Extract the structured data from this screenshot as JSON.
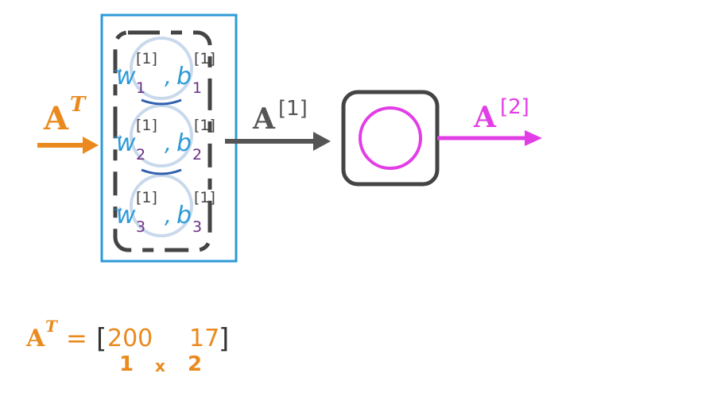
{
  "colors": {
    "orange": "#ea8a1e",
    "gray": "#555555",
    "blue": "#2d9ad8",
    "purple": "#6a2f85",
    "magenta": "#e23ee6",
    "box_blue": "#2d9ad8",
    "neuron_ring": "#c8d9ec",
    "connector": "#2e5fae"
  },
  "input": {
    "symbol": "A",
    "superscript": "T"
  },
  "layer1": {
    "output_symbol": "A",
    "output_superscript": "[1]",
    "neurons": [
      {
        "w": "w",
        "w_sub": "1",
        "w_sup": "[1]",
        "b": "b",
        "b_sub": "1",
        "b_sup": "[1]",
        "comma": ","
      },
      {
        "w": "w",
        "w_sub": "2",
        "w_sup": "[1]",
        "b": "b",
        "b_sub": "2",
        "b_sup": "[1]",
        "comma": ","
      },
      {
        "w": "w",
        "w_sub": "3",
        "w_sup": "[1]",
        "b": "b",
        "b_sub": "3",
        "b_sup": "[1]",
        "comma": ","
      }
    ]
  },
  "layer2": {
    "output_symbol": "A",
    "output_superscript": "[2]"
  },
  "equation": {
    "lhs": "A",
    "lhs_sup": "T",
    "equals": "=",
    "open_bracket": "[",
    "close_bracket": "]",
    "values": [
      "200",
      "17"
    ],
    "shape_rows": "1",
    "shape_times": "x",
    "shape_cols": "2"
  }
}
